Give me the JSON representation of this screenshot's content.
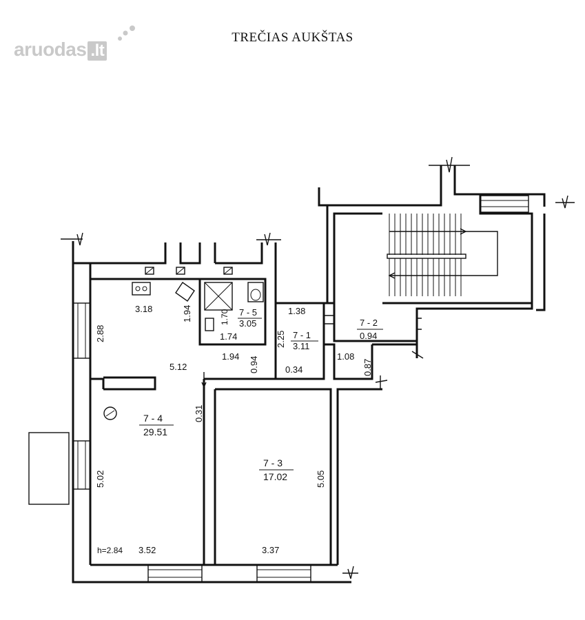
{
  "header": {
    "title": "TREČIAS AUKŠTAS"
  },
  "logo": {
    "name": "aruodas",
    "tld": ".lt"
  },
  "rooms": [
    {
      "id": "7 - 1",
      "area": "3.11"
    },
    {
      "id": "7 - 2",
      "area": "0.94"
    },
    {
      "id": "7 - 3",
      "area": "17.02"
    },
    {
      "id": "7 - 4",
      "area": "29.51"
    },
    {
      "id": "7 - 5",
      "area": "3.05"
    }
  ],
  "dimensions": {
    "d_318": "3.18",
    "d_194a": "1.94",
    "d_170": "1.70",
    "d_174": "1.74",
    "d_288": "2.88",
    "d_512": "5.12",
    "d_194b": "1.94",
    "d_094": "0.94",
    "d_138": "1.38",
    "d_225": "2.25",
    "d_108": "1.08",
    "d_087": "0.87",
    "d_034": "0.34",
    "d_031": "0.31",
    "d_502": "5.02",
    "d_505": "5.05",
    "d_352": "3.52",
    "d_337": "3.37",
    "height": "h=2.84"
  }
}
